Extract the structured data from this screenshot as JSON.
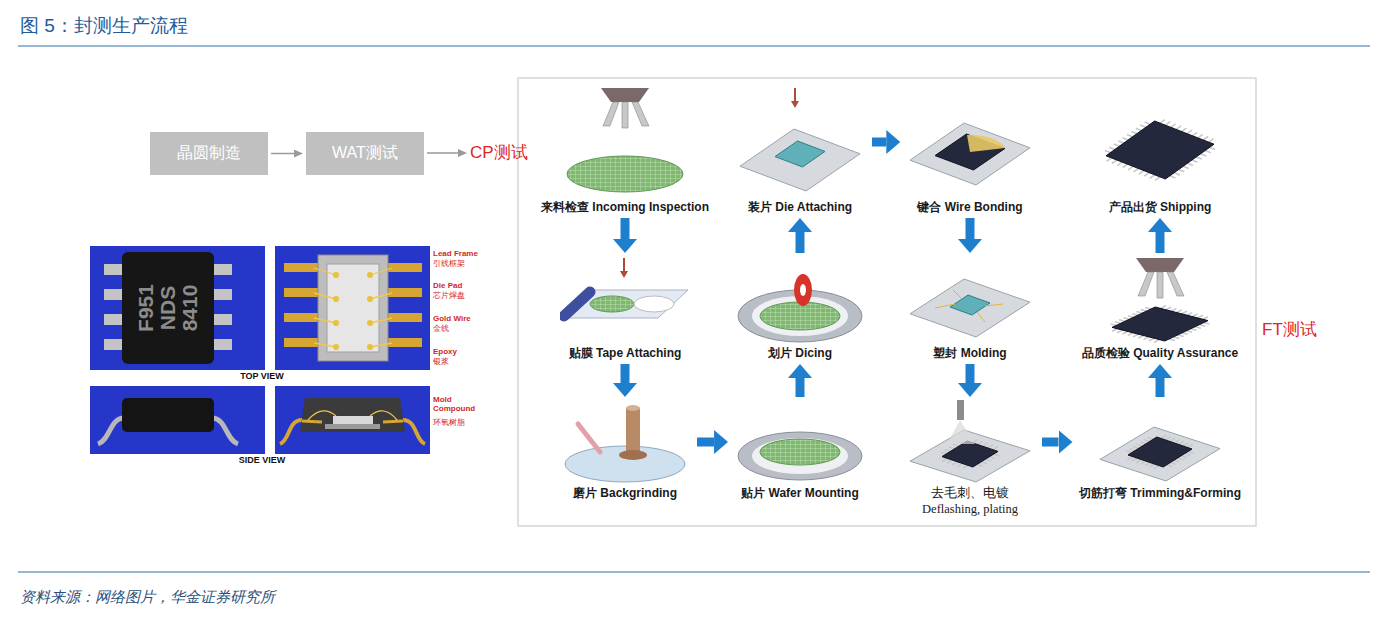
{
  "diagram": {
    "title": "图 5：封测生产流程",
    "caption": "资料来源：网络图片，华金证券研究所",
    "nodes": [
      {
        "text": [
          "晶圆制造"
        ]
      },
      {
        "text": [
          "WAT测试"
        ]
      },
      {
        "text": [
          "CP测试"
        ]
      },
      {
        "text": [
          "来料检查 Incoming Inspection"
        ]
      },
      {
        "text": [
          "装片 Die Attaching"
        ]
      },
      {
        "text": [
          "键合 Wire Bonding"
        ]
      },
      {
        "text": [
          "产品出货 Shipping"
        ]
      },
      {
        "text": [
          "贴膜 Tape Attaching"
        ]
      },
      {
        "text": [
          "划片 Dicing"
        ]
      },
      {
        "text": [
          "塑封 Molding"
        ]
      },
      {
        "text": [
          "品质检验 Quality Assurance"
        ]
      },
      {
        "text": [
          "磨片 Backgrinding"
        ]
      },
      {
        "text": [
          "贴片 Wafer Mounting"
        ]
      },
      {
        "text": [
          "去毛刺、电镀 Deflashing, plating"
        ]
      },
      {
        "text": [
          "切筋打弯 Trimming&Forming"
        ]
      }
    ],
    "edges": [
      {
        "from": 0,
        "to": 1,
        "arrow": "to"
      },
      {
        "from": 1,
        "to": 2,
        "arrow": "to"
      },
      {
        "from": 3,
        "to": 7,
        "arrow": "to"
      },
      {
        "from": 7,
        "to": 11,
        "arrow": "to"
      },
      {
        "from": 11,
        "to": 12,
        "arrow": "to"
      },
      {
        "from": 12,
        "to": 8,
        "arrow": "to"
      },
      {
        "from": 8,
        "to": 4,
        "arrow": "to"
      },
      {
        "from": 4,
        "to": 5,
        "arrow": "to"
      },
      {
        "from": 5,
        "to": 9,
        "arrow": "to"
      },
      {
        "from": 9,
        "to": 13,
        "arrow": "to"
      },
      {
        "from": 13,
        "to": 14,
        "arrow": "to"
      },
      {
        "from": 14,
        "to": 10,
        "arrow": "to"
      },
      {
        "from": 10,
        "to": 6,
        "arrow": "to"
      }
    ],
    "labels": [
      "F951",
      "NDS",
      "8410",
      "Lead Frame",
      "引线框架",
      "Die Pad",
      "芯片焊盘",
      "Gold Wire",
      "金线",
      "Epoxy",
      "银浆",
      "TOP VIEW",
      "Mold Compound",
      "环氧树脂",
      "SIDE VIEW",
      "FT测试"
    ]
  }
}
